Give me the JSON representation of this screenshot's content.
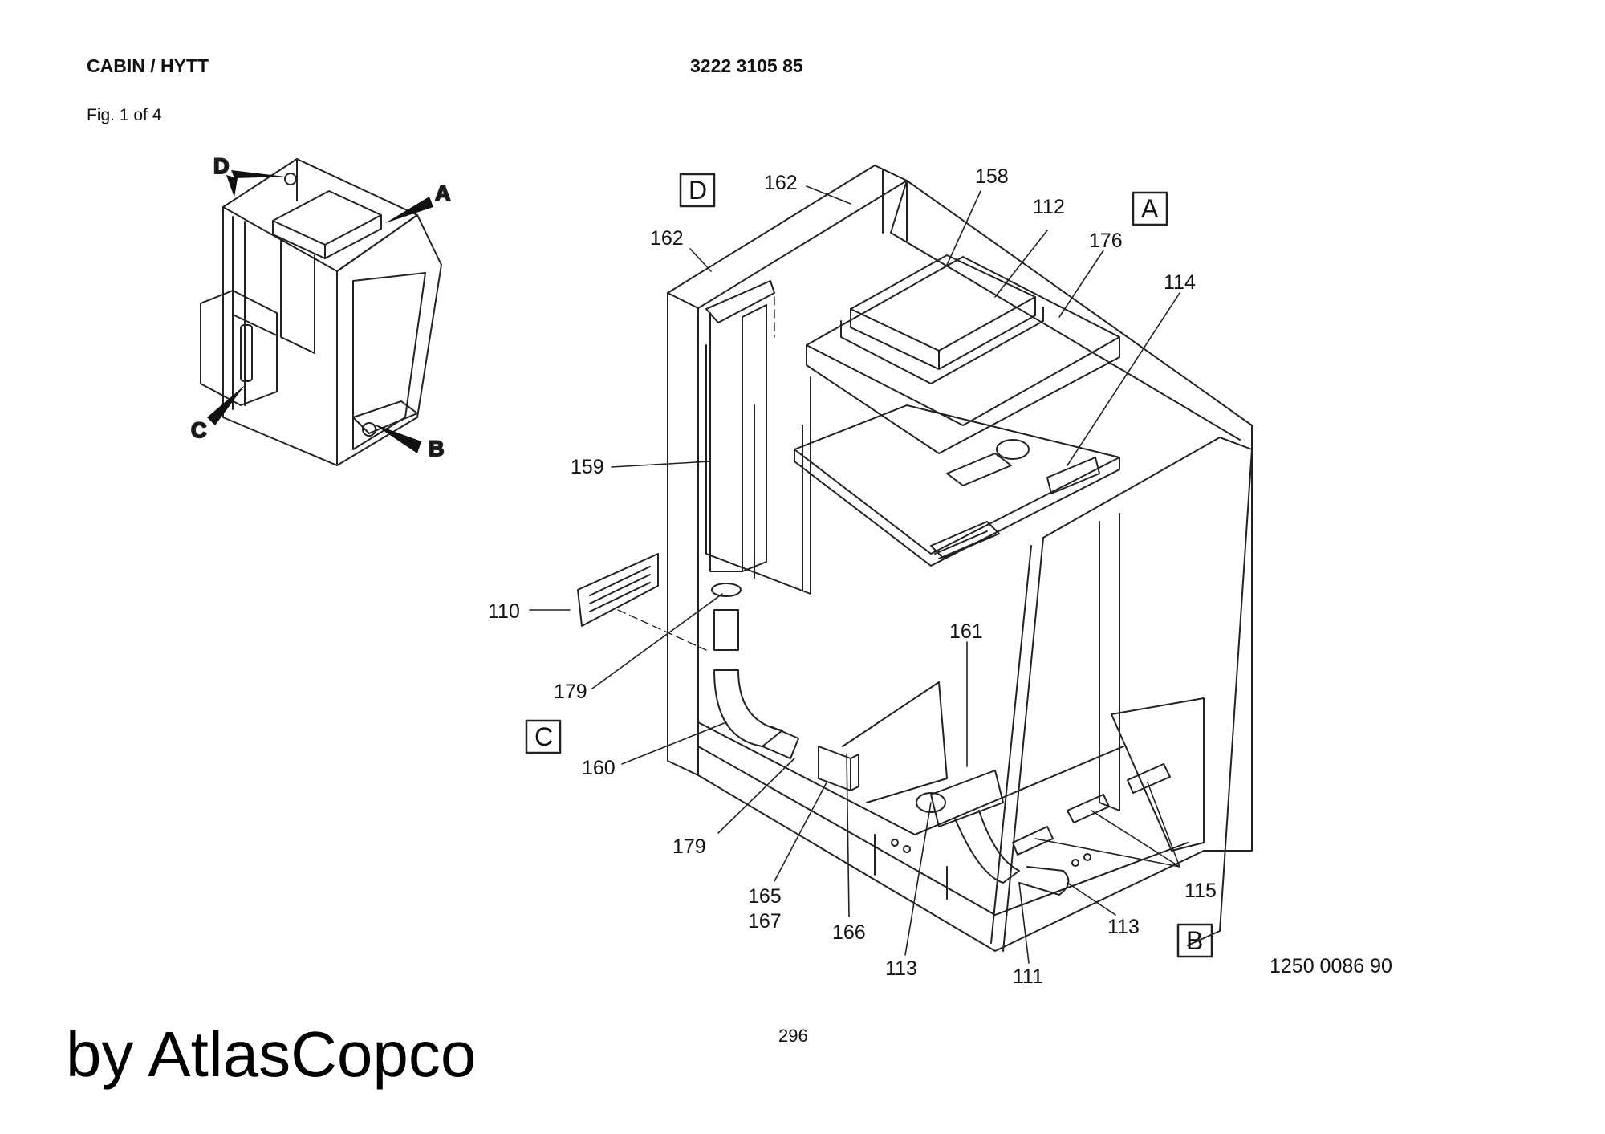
{
  "header": {
    "title": "CABIN / HYTT",
    "part_number": "3222 3105 85",
    "figure": "Fig. 1 of 4"
  },
  "footer": {
    "page_number": "296",
    "drawing_number": "1250 0086 90",
    "brand": "by AtlasCopco"
  },
  "overview": {
    "callouts": {
      "d": "D",
      "a": "A",
      "c": "C",
      "b": "B"
    }
  },
  "detail": {
    "views": {
      "d": "D",
      "a": "A",
      "c": "C",
      "b": "B"
    },
    "parts": {
      "p162a": "162",
      "p162b": "162",
      "p158": "158",
      "p112": "112",
      "p176": "176",
      "p114": "114",
      "p159": "159",
      "p110": "110",
      "p179a": "179",
      "p161": "161",
      "p160": "160",
      "p179b": "179",
      "p165": "165",
      "p167": "167",
      "p166": "166",
      "p113a": "113",
      "p113b": "113",
      "p111": "111",
      "p115": "115"
    }
  }
}
